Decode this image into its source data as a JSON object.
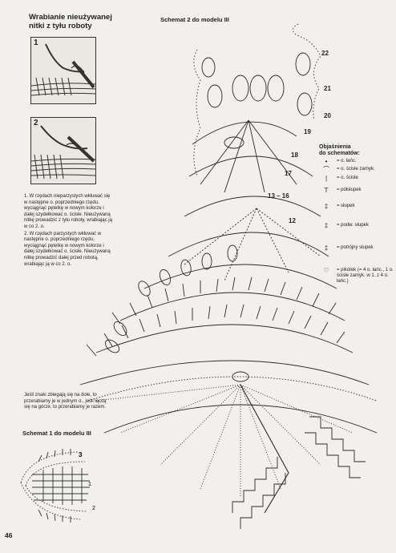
{
  "section": {
    "title_line1": "Wrabianie nieużywanej",
    "title_line2": "nitki z tyłu roboty"
  },
  "panels": [
    {
      "number": "1"
    },
    {
      "number": "2"
    }
  ],
  "steps": [
    "1. W rzędach nieparzystych wkłuwać się w następne o. poprzedniego rzędu, wyciągnąć pętelkę w nowym kolorze i dalej szydełkować o. ścisłe. Nieużywaną nitkę prowadzić z tyłu roboty, wrabiając ją w co 2. o.",
    "2. W rzędach parzystych wkłuwać w następne o. poprzedniego rzędu, wyciągnąć pętelkę w nowym kolorze i dalej szydełkować o. ścisłe. Nieużywaną nitkę prowadzić dalej przed robotą, wrabiając ją w co 2. o."
  ],
  "note": "Jeśli znaki zbiegają się na dole, to przerabiamy je w jednym o., jeśli łączą się na górze, to przerabiamy je razem.",
  "schemat1_title": "Schemat 1 do modelu III",
  "schemat2_title": "Schemat 2 do modelu III",
  "schemat1_rows": [
    "3",
    "2",
    "1"
  ],
  "row_numbers": [
    "22",
    "21",
    "20",
    "19",
    "18",
    "17",
    "13 – 16",
    "12"
  ],
  "legend": {
    "title_line1": "Objaśnienia",
    "title_line2": "do schematów:",
    "items": [
      {
        "icon": "dot-icon",
        "symbol": "•",
        "text": "= o. łańc."
      },
      {
        "icon": "arc-icon",
        "symbol": "⌒",
        "text": "= o. ścisłe zamyk."
      },
      {
        "icon": "vertical-bar-icon",
        "symbol": "|",
        "text": "= o. ścisłe"
      },
      {
        "icon": "t-stitch-icon",
        "symbol": "T",
        "text": "= półsłupek"
      },
      {
        "icon": "cross-stitch-icon",
        "symbol": "‡",
        "text": "= słupek"
      },
      {
        "icon": "double-cross-icon",
        "symbol": "‡",
        "text": "= podw. słupek"
      },
      {
        "icon": "triple-cross-icon",
        "symbol": "‡",
        "text": "= potrójny słupek"
      },
      {
        "icon": "picot-icon",
        "symbol": "♡",
        "text": "= pikotek (= 4 o. łańc., 1 o. ścisłe zamyk. w 1. z 4 o. łańc.)"
      }
    ]
  },
  "page_number": "46",
  "colors": {
    "ink": "#222222",
    "paper": "#f2f0ec"
  }
}
